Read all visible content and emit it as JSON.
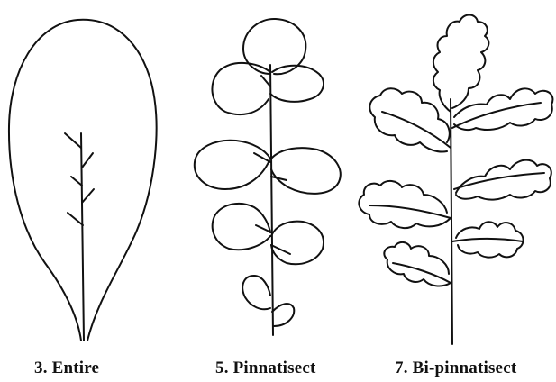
{
  "captions": {
    "entire": "3. Entire",
    "pinnatisect": "5. Pinnatisect",
    "bipinnatisect": "7. Bi-pinnatisect"
  },
  "colors": {
    "ink": "#111111",
    "background": "#ffffff"
  }
}
